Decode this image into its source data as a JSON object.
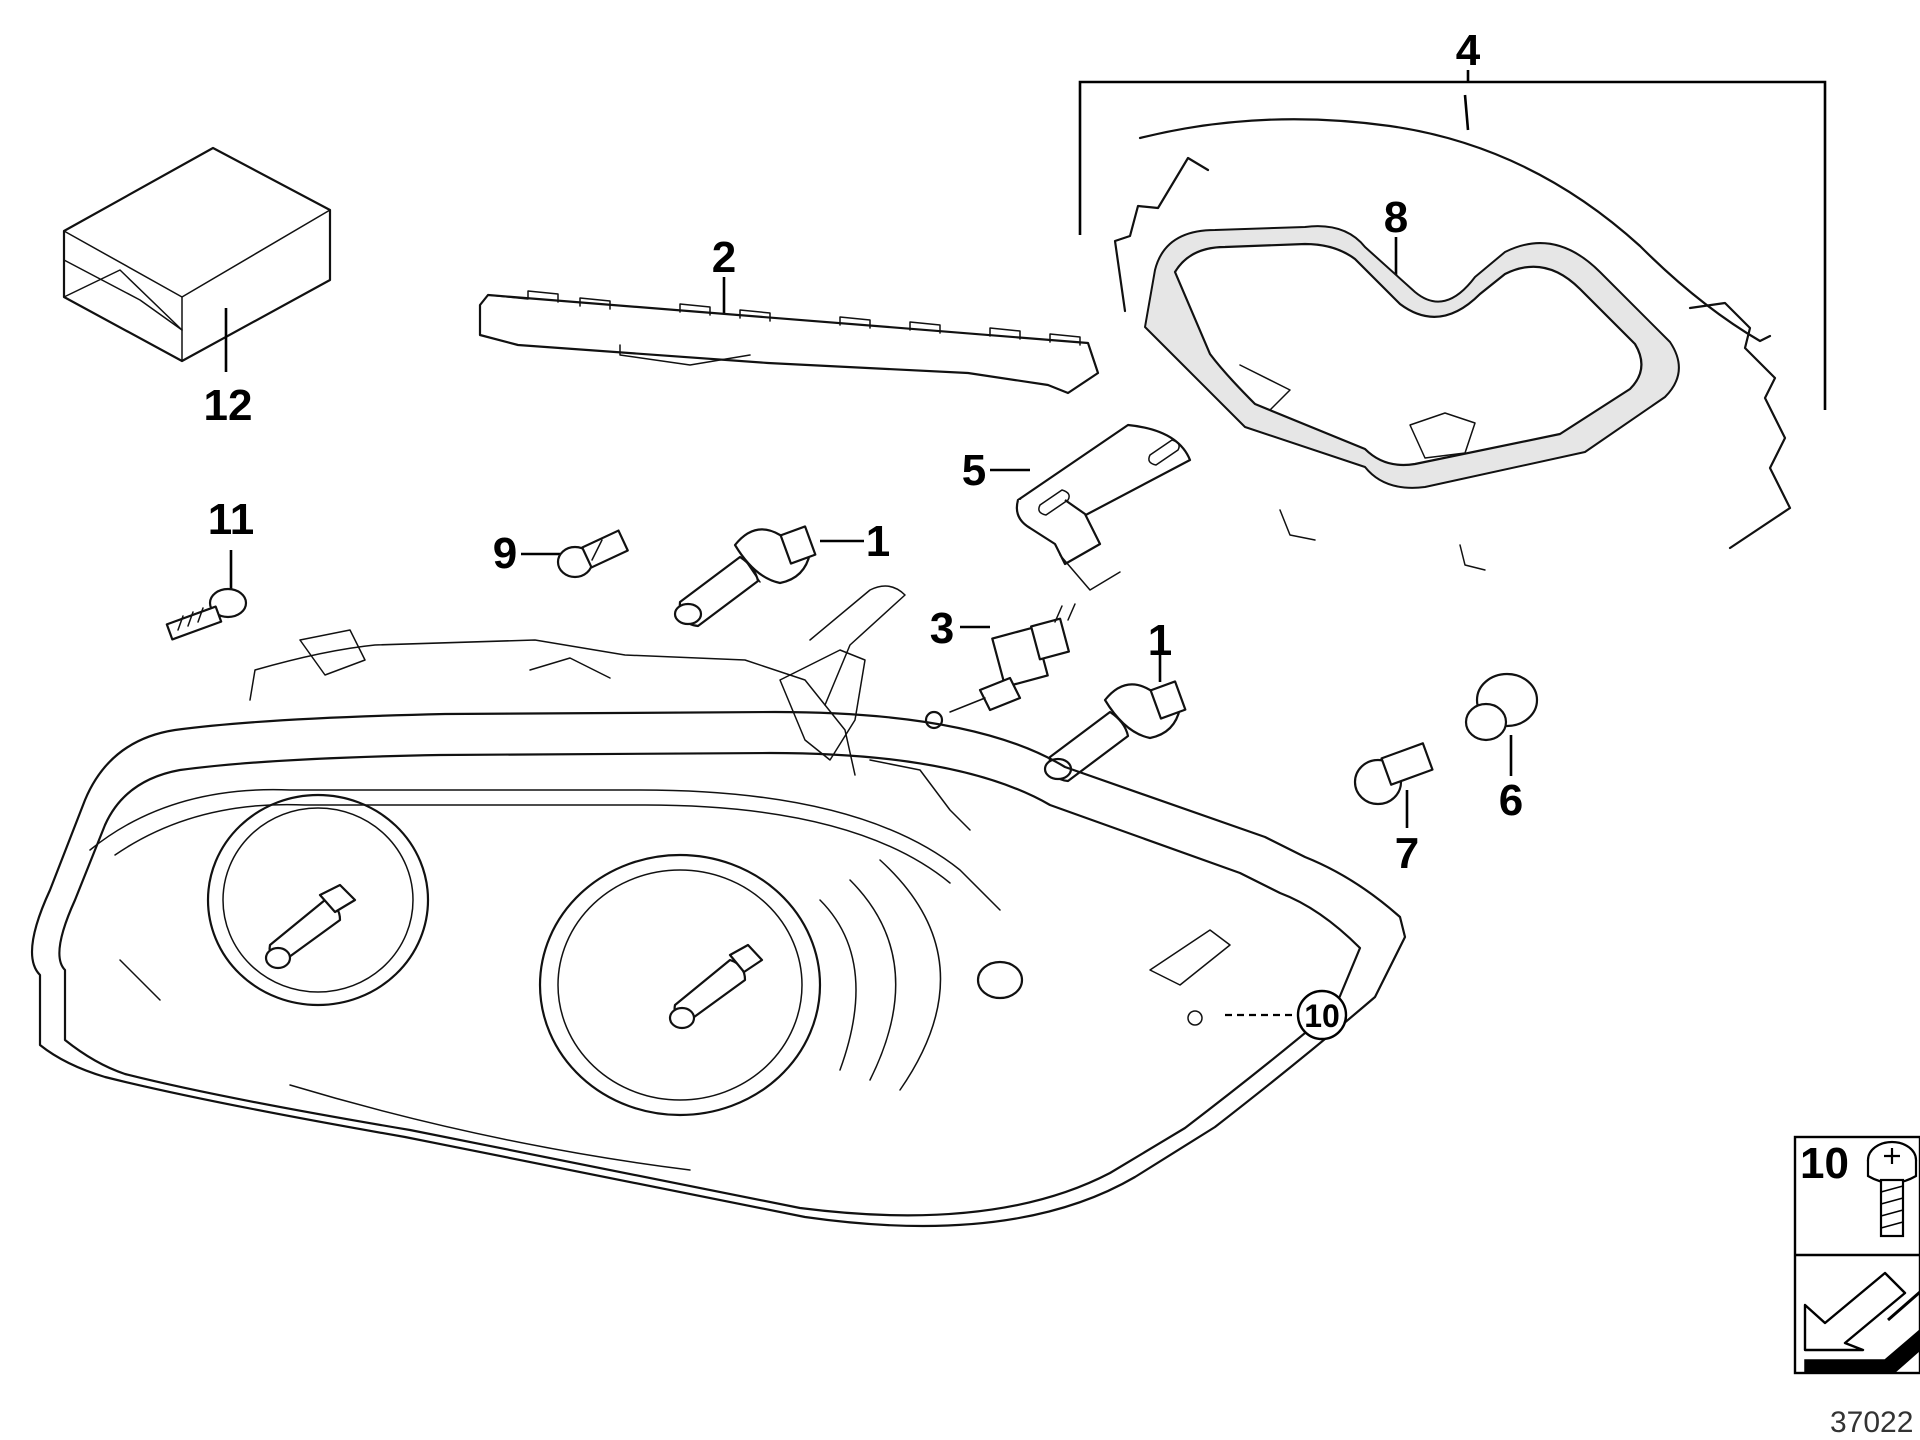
{
  "callouts": {
    "c1a": "1",
    "c1b": "1",
    "c2": "2",
    "c3": "3",
    "c4": "4",
    "c5": "5",
    "c6": "6",
    "c7": "7",
    "c8": "8",
    "c9": "9",
    "c10": "10",
    "c11": "11",
    "c12": "12"
  },
  "legend": {
    "number": "10"
  },
  "diagram_id": "37022"
}
